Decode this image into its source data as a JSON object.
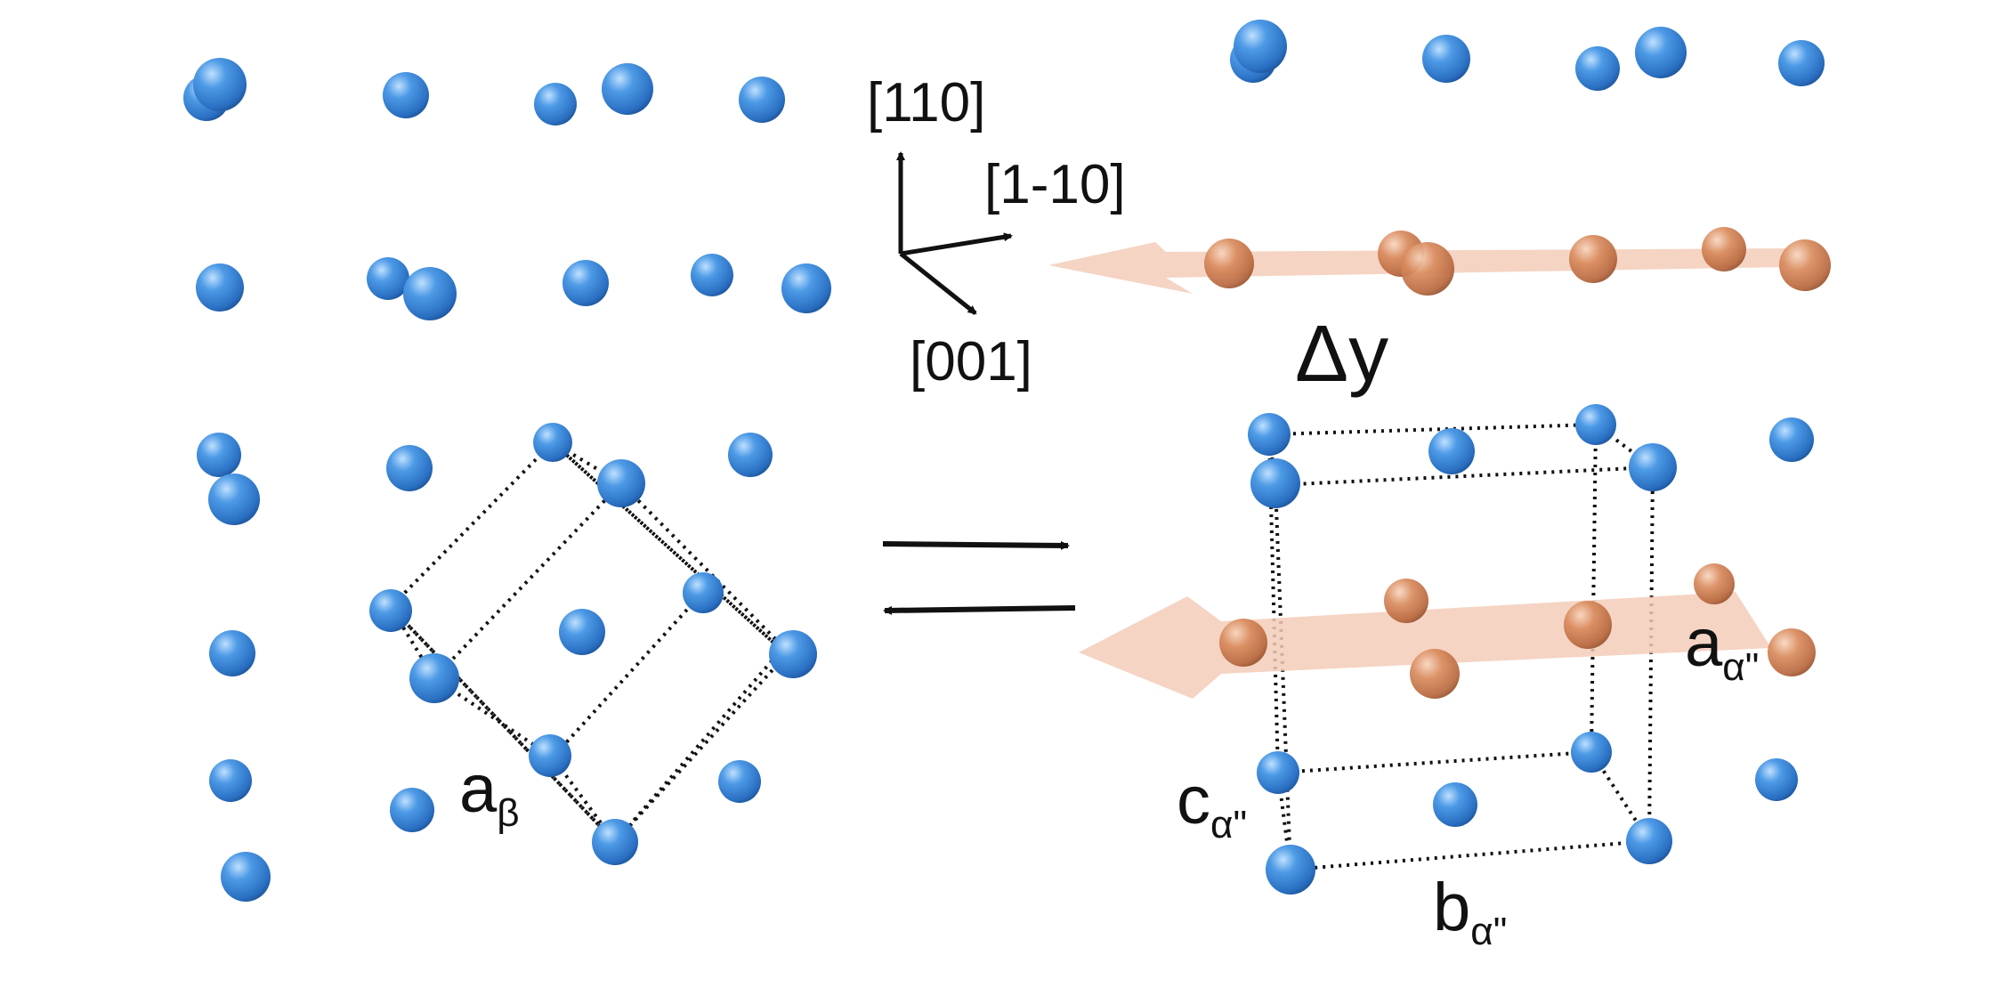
{
  "axes": {
    "x_label": "[110]",
    "y_label": "[1-10]",
    "z_label": "[001]"
  },
  "labels": {
    "delta_main": "Δ",
    "delta_sub": "y",
    "a_beta_main": "a",
    "a_beta_sub": "β",
    "a_alpha_main": "a",
    "a_alpha_sub": "α\"",
    "b_alpha_main": "b",
    "b_alpha_sub": "α\"",
    "c_alpha_main": "c",
    "c_alpha_sub": "α\""
  },
  "colors": {
    "blue_atom": "#3d8ee0",
    "orange_atom": "#d9875a",
    "shuffle_arrow": "#f3cdb8",
    "lines": "#111111"
  },
  "icons": {
    "transition": "equilibrium-arrows-icon"
  }
}
